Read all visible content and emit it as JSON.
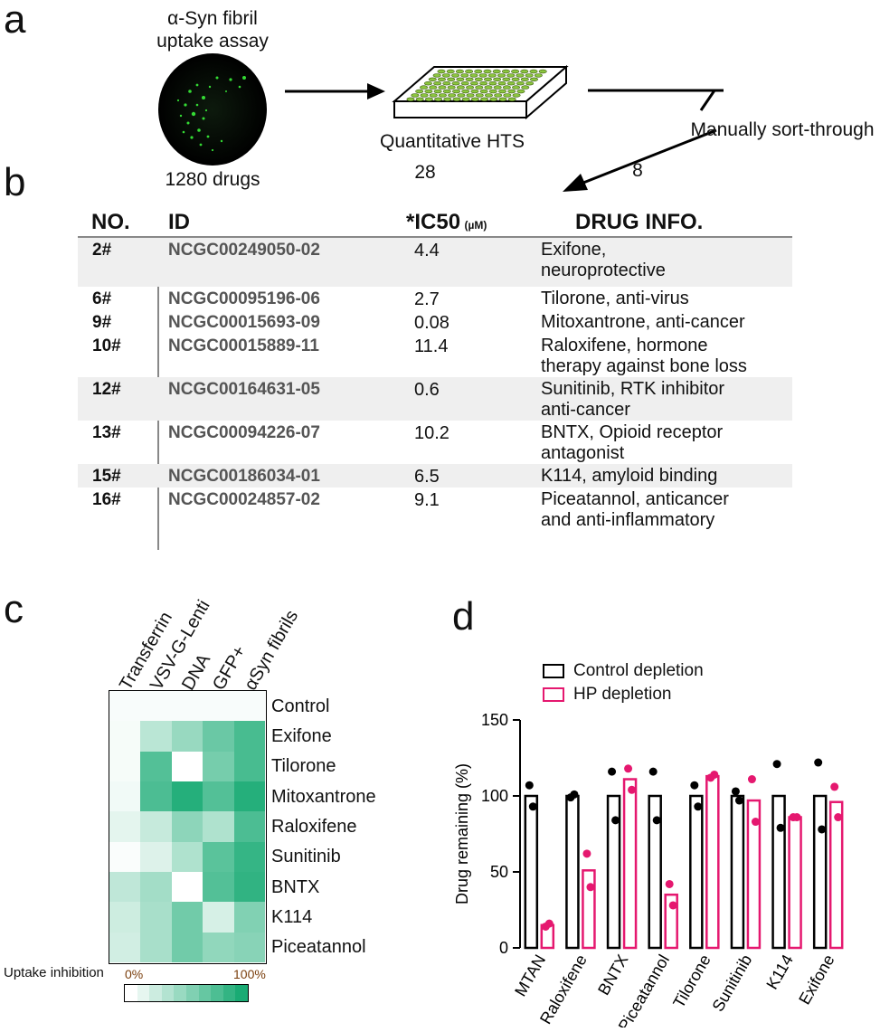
{
  "panel_a": {
    "letter": "a",
    "assay_label_line1": "α-Syn fibril",
    "assay_label_line2": "uptake assay",
    "drugs_label": "1280 drugs",
    "hts_label": "Quantitative HTS",
    "hts_count": "28",
    "sort_label": "Manually sort-through",
    "sort_count": "8",
    "plate_color": "#8cc63f"
  },
  "panel_b": {
    "letter": "b",
    "headers": {
      "no": "NO.",
      "id": "ID",
      "ic50": "*IC50",
      "ic50_unit": "(µM)",
      "info": "DRUG INFO."
    },
    "rows": [
      {
        "no": "2#",
        "id": "NCGC00249050-02",
        "ic50": "4.4",
        "info1": "Exifone,",
        "info2": "neuroprotective"
      },
      {
        "no": "6#",
        "id": "NCGC00095196-06",
        "ic50": "2.7",
        "info1": "Tilorone, anti-virus",
        "info2": ""
      },
      {
        "no": "9#",
        "id": "NCGC00015693-09",
        "ic50": "0.08",
        "info1": "Mitoxantrone, anti-cancer",
        "info2": ""
      },
      {
        "no": "10#",
        "id": "NCGC00015889-11",
        "ic50": "11.4",
        "info1": "Raloxifene, hormone",
        "info2": "therapy against bone loss"
      },
      {
        "no": "12#",
        "id": "NCGC00164631-05",
        "ic50": "0.6",
        "info1": "Sunitinib, RTK inhibitor",
        "info2": "anti-cancer"
      },
      {
        "no": "13#",
        "id": "NCGC00094226-07",
        "ic50": "10.2",
        "info1": "BNTX, Opioid receptor",
        "info2": "antagonist"
      },
      {
        "no": "15#",
        "id": "NCGC00186034-01",
        "ic50": "6.5",
        "info1": "K114, amyloid binding",
        "info2": ""
      },
      {
        "no": "16#",
        "id": "NCGC00024857-02",
        "ic50": "9.1",
        "info1": "Piceatannol, anticancer",
        "info2": "and anti-inflammatory"
      }
    ]
  },
  "panel_c": {
    "letter": "c",
    "legend_title": "Uptake inhibition",
    "legend_min": "0%",
    "legend_max": "100%"
  },
  "panel_d": {
    "letter": "d",
    "legend_control": "Control depletion",
    "legend_hp": "HP depletion"
  },
  "colors": {
    "heat_low": "#ffffff",
    "heat_high": "#1aab74",
    "control": "#000000",
    "hp": "#e5186f",
    "legend_text": "#7a3e0c"
  },
  "chart_data": [
    {
      "type": "heatmap",
      "columns": [
        "Transferrin",
        "VSV-G-Lenti",
        "DNA",
        "GFP+",
        "αSyn fibrils"
      ],
      "rows": [
        "Control",
        "Exifone",
        "Tilorone",
        "Mitoxantrone",
        "Raloxifene",
        "Sunitinib",
        "BNTX",
        "K114",
        "Piceatannol"
      ],
      "values": [
        [
          0.03,
          0.03,
          0.03,
          0.03,
          0.03
        ],
        [
          0.04,
          0.3,
          0.45,
          0.65,
          0.8
        ],
        [
          0.04,
          0.75,
          0.0,
          0.6,
          0.8
        ],
        [
          0.06,
          0.78,
          0.95,
          0.75,
          0.95
        ],
        [
          0.12,
          0.25,
          0.5,
          0.35,
          0.78
        ],
        [
          0.02,
          0.15,
          0.35,
          0.72,
          0.88
        ],
        [
          0.28,
          0.4,
          0.0,
          0.75,
          0.9
        ],
        [
          0.22,
          0.38,
          0.62,
          0.18,
          0.55
        ],
        [
          0.2,
          0.38,
          0.62,
          0.48,
          0.52
        ]
      ],
      "legend_range": [
        "0%",
        "100%"
      ]
    },
    {
      "type": "bar",
      "categories": [
        "MTAN",
        "Raloxifene",
        "BNTX",
        "Piceatannol",
        "Tilorone",
        "Sunitinib",
        "K114",
        "Exifone"
      ],
      "ylabel": "Drug remaining (%)",
      "ylim": [
        0,
        150
      ],
      "yticks": [
        0,
        50,
        100,
        150
      ],
      "series": [
        {
          "name": "Control depletion",
          "values": [
            100,
            100,
            100,
            100,
            100,
            100,
            100,
            100
          ],
          "points": [
            [
              107,
              93
            ],
            [
              99,
              101
            ],
            [
              116,
              84
            ],
            [
              116,
              84
            ],
            [
              107,
              93
            ],
            [
              103,
              97
            ],
            [
              121,
              79
            ],
            [
              122,
              78
            ]
          ]
        },
        {
          "name": "HP depletion",
          "values": [
            15,
            51,
            111,
            35,
            113,
            97,
            86,
            96
          ],
          "points": [
            [
              14,
              16
            ],
            [
              62,
              40
            ],
            [
              118,
              104
            ],
            [
              42,
              28
            ],
            [
              112,
              114
            ],
            [
              111,
              83
            ],
            [
              86,
              86
            ],
            [
              106,
              86
            ]
          ]
        }
      ]
    }
  ]
}
